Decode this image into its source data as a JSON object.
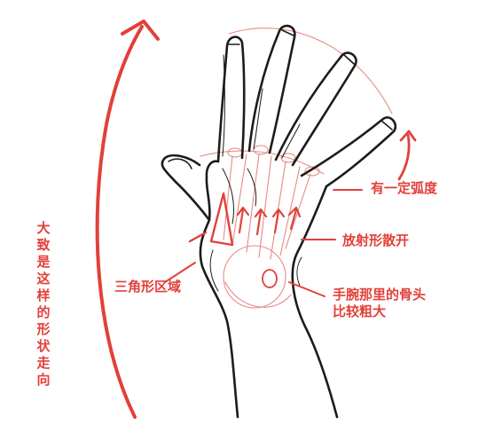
{
  "labels": {
    "overall_shape": "大致是这样的形状走向",
    "arc": "有一定弧度",
    "radial": "放射形散开",
    "triangle": "三角形区域",
    "wrist_line1": "手腕那里的骨头",
    "wrist_line2": "比较粗大"
  },
  "colors": {
    "annotation": "#e2403a",
    "guide": "#e58b86",
    "ink": "#1c1c1c"
  }
}
